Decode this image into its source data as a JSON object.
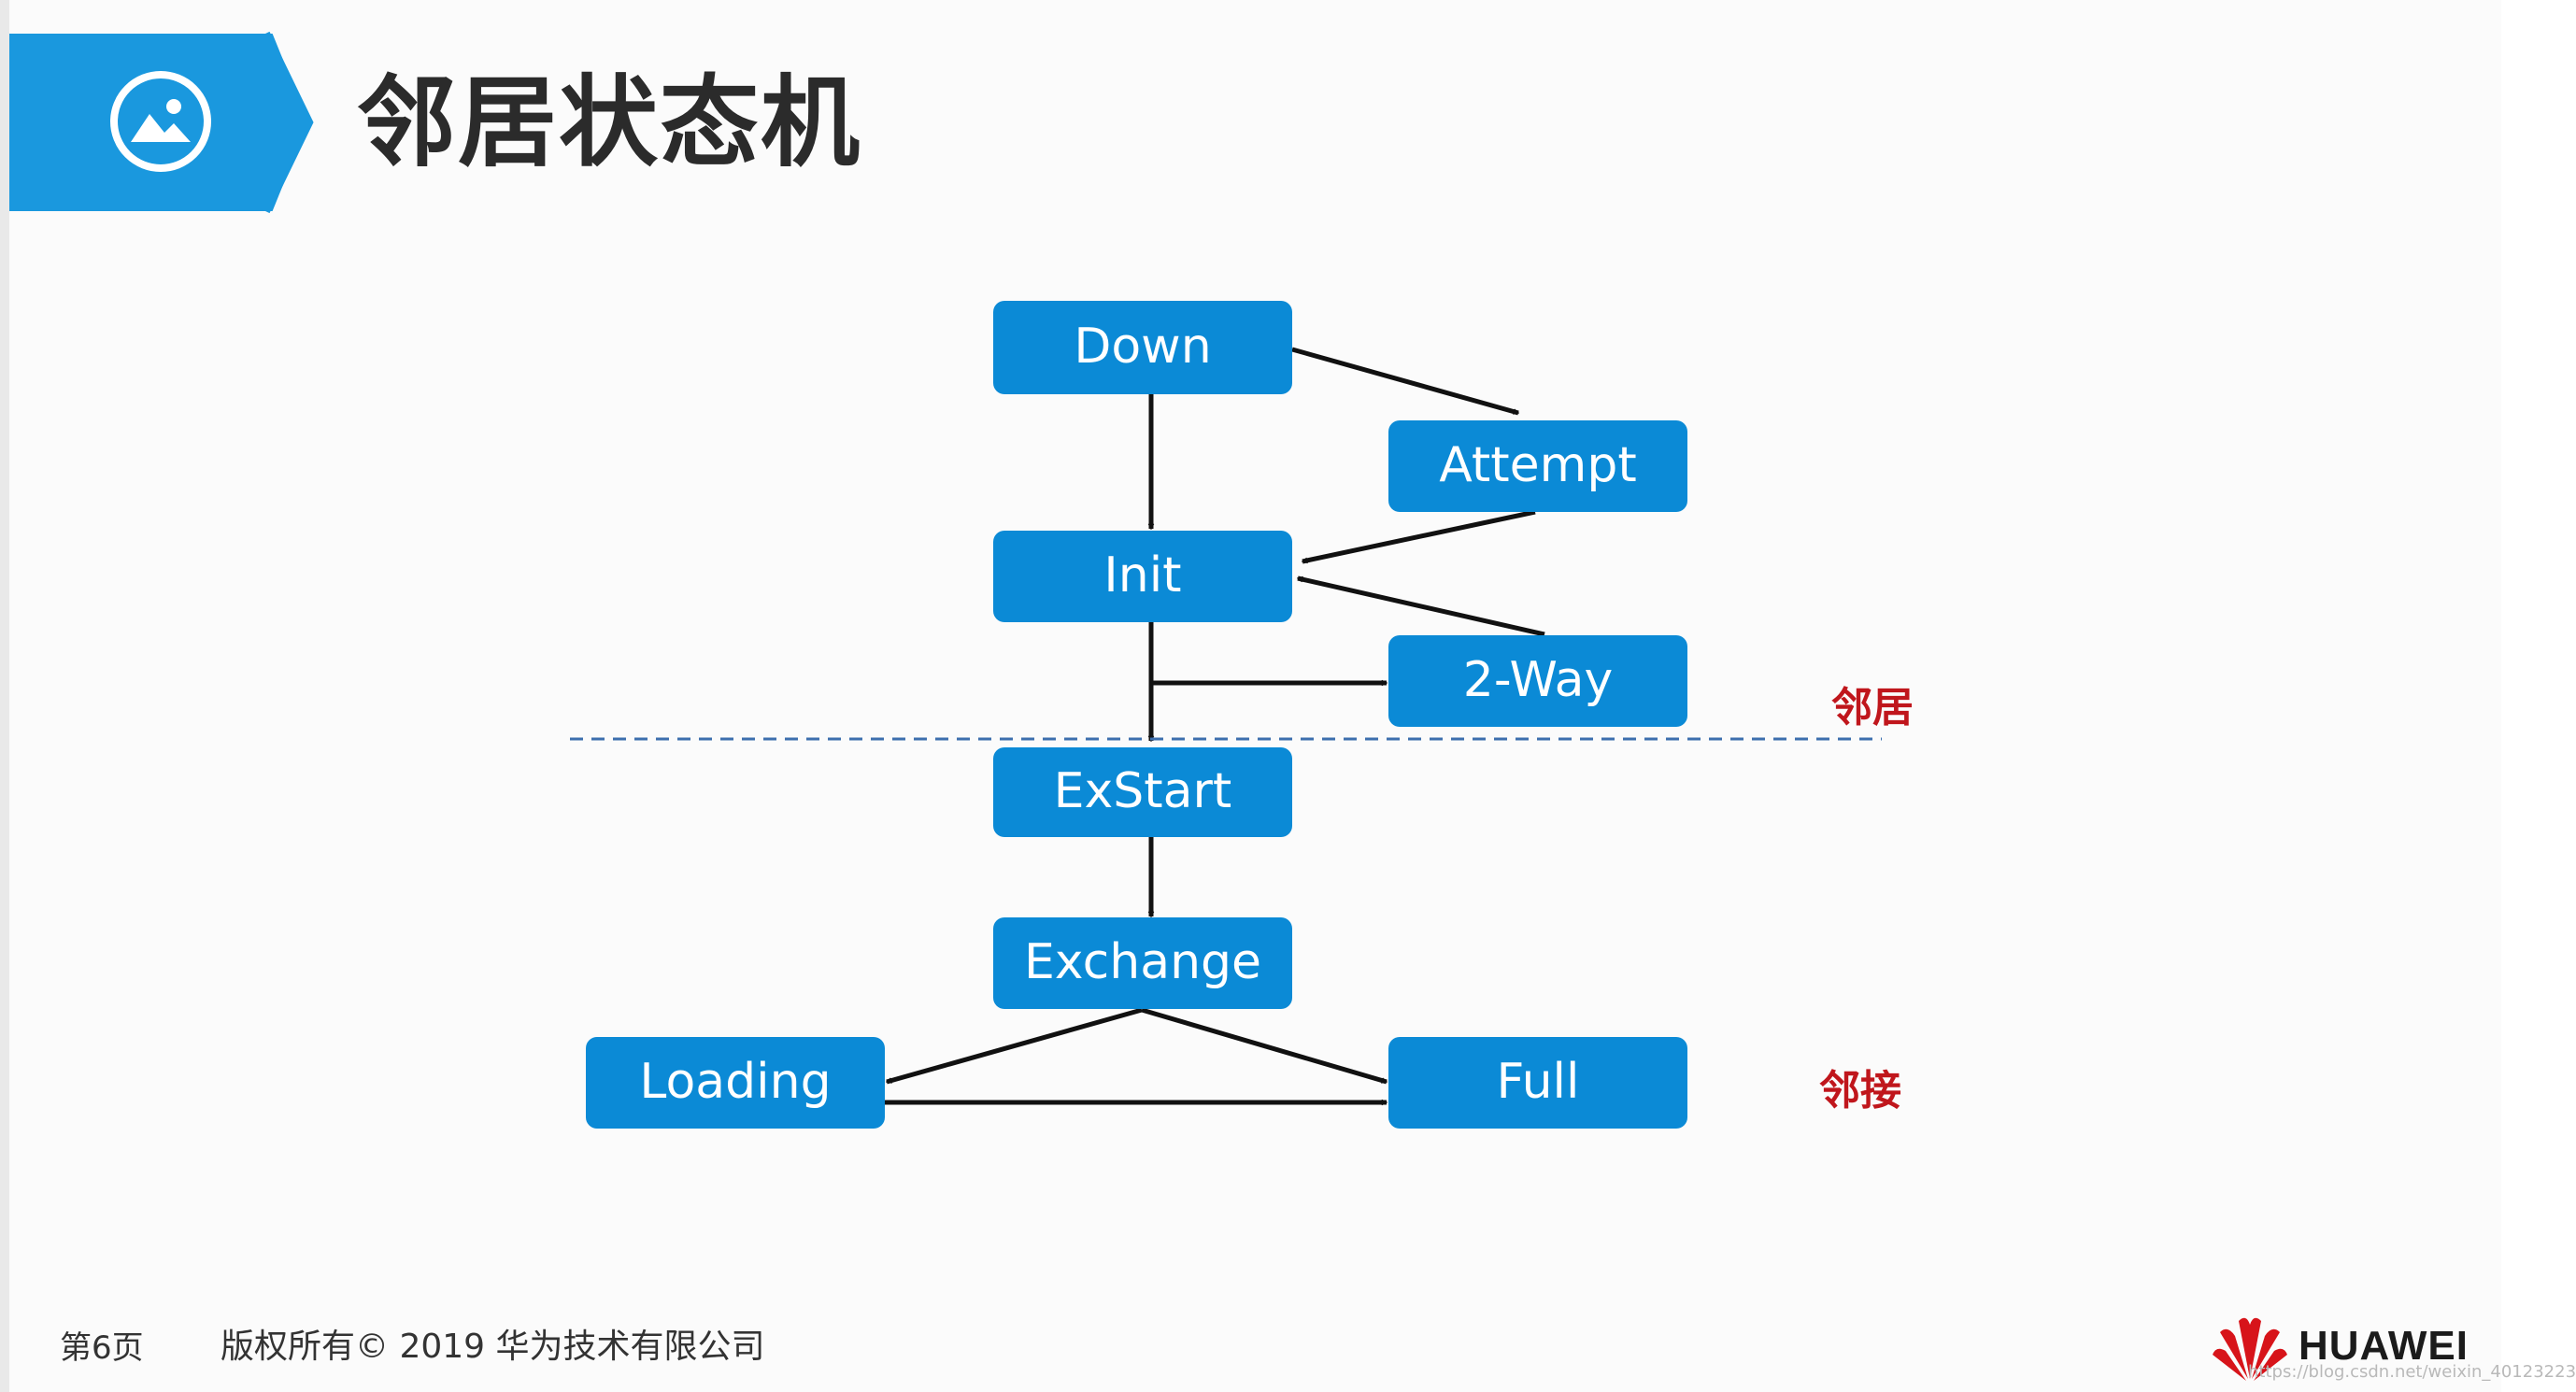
{
  "header": {
    "title": "邻居状态机",
    "icon": "image-icon",
    "accent_color": "#1a98de"
  },
  "diagram": {
    "node_color": "#0b8ad6",
    "nodes": {
      "down": "Down",
      "attempt": "Attempt",
      "init": "Init",
      "two_way": "2-Way",
      "exstart": "ExStart",
      "exchange": "Exchange",
      "loading": "Loading",
      "full": "Full"
    },
    "zones": {
      "neighbor": "邻居",
      "adjacency": "邻接"
    },
    "zone_label_color": "#c0161c"
  },
  "footer": {
    "page": "第6页",
    "copyright": "版权所有© 2019 华为技术有限公司",
    "brand": "HUAWEI",
    "watermark": "https://blog.csdn.net/weixin_40123223"
  }
}
